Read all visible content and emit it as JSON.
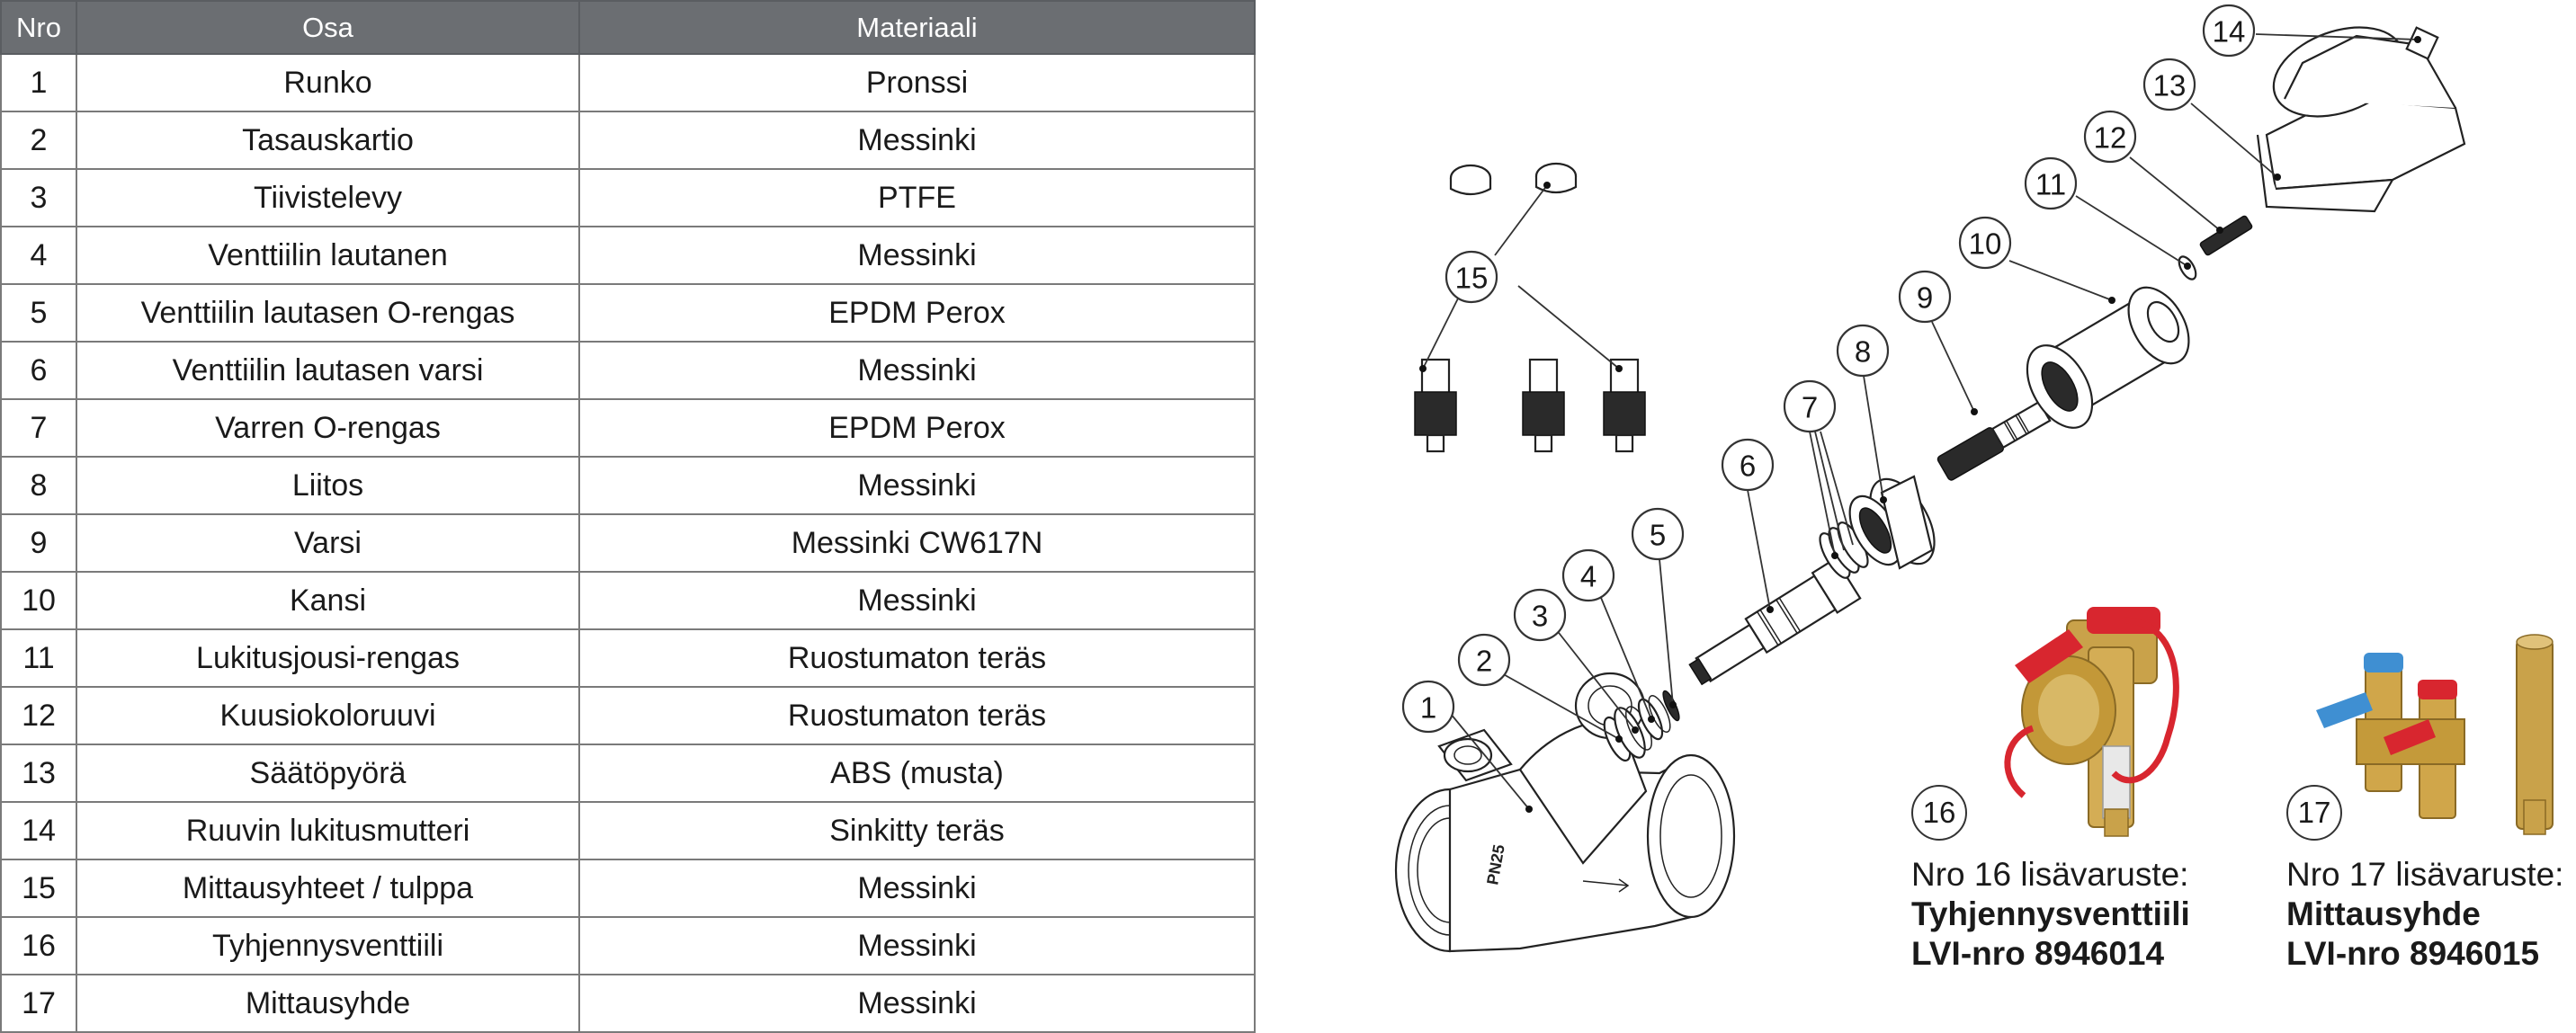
{
  "table": {
    "headers": [
      "Nro",
      "Osa",
      "Materiaali"
    ],
    "rows": [
      {
        "nro": "1",
        "osa": "Runko",
        "materiaali": "Pronssi"
      },
      {
        "nro": "2",
        "osa": "Tasauskartio",
        "materiaali": "Messinki"
      },
      {
        "nro": "3",
        "osa": "Tiivistelevy",
        "materiaali": "PTFE"
      },
      {
        "nro": "4",
        "osa": "Venttiilin lautanen",
        "materiaali": "Messinki"
      },
      {
        "nro": "5",
        "osa": "Venttiilin lautasen O-rengas",
        "materiaali": "EPDM Perox"
      },
      {
        "nro": "6",
        "osa": "Venttiilin lautasen varsi",
        "materiaali": "Messinki"
      },
      {
        "nro": "7",
        "osa": "Varren O-rengas",
        "materiaali": "EPDM Perox"
      },
      {
        "nro": "8",
        "osa": "Liitos",
        "materiaali": "Messinki"
      },
      {
        "nro": "9",
        "osa": "Varsi",
        "materiaali": "Messinki CW617N"
      },
      {
        "nro": "10",
        "osa": "Kansi",
        "materiaali": "Messinki"
      },
      {
        "nro": "11",
        "osa": "Lukitusjousi-rengas",
        "materiaali": "Ruostumaton teräs"
      },
      {
        "nro": "12",
        "osa": "Kuusiokoloruuvi",
        "materiaali": "Ruostumaton teräs"
      },
      {
        "nro": "13",
        "osa": "Säätöpyörä",
        "materiaali": "ABS (musta)"
      },
      {
        "nro": "14",
        "osa": "Ruuvin lukitusmutteri",
        "materiaali": "Sinkitty teräs"
      },
      {
        "nro": "15",
        "osa": "Mittausyhteet / tulppa",
        "materiaali": "Messinki"
      },
      {
        "nro": "16",
        "osa": "Tyhjennysventtiili",
        "materiaali": "Messinki"
      },
      {
        "nro": "17",
        "osa": "Mittausyhde",
        "materiaali": "Messinki"
      }
    ]
  },
  "diagram": {
    "callouts": [
      "1",
      "2",
      "3",
      "4",
      "5",
      "6",
      "7",
      "8",
      "9",
      "10",
      "11",
      "12",
      "13",
      "14",
      "15"
    ],
    "body_marking": "PN25"
  },
  "accessories": [
    {
      "badge": "16",
      "line1": "Nro 16 lisävaruste:",
      "name": "Tyhjennysventtiili",
      "code": "LVI-nro 8946014"
    },
    {
      "badge": "17",
      "line1": "Nro 17 lisävaruste:",
      "name": "Mittausyhde",
      "code": "LVI-nro 8946015"
    }
  ],
  "colors": {
    "header_bg": "#6b6e72",
    "brass": "#c9a24a",
    "cap_red": "#d8262f",
    "cap_blue": "#3f8fd2"
  }
}
